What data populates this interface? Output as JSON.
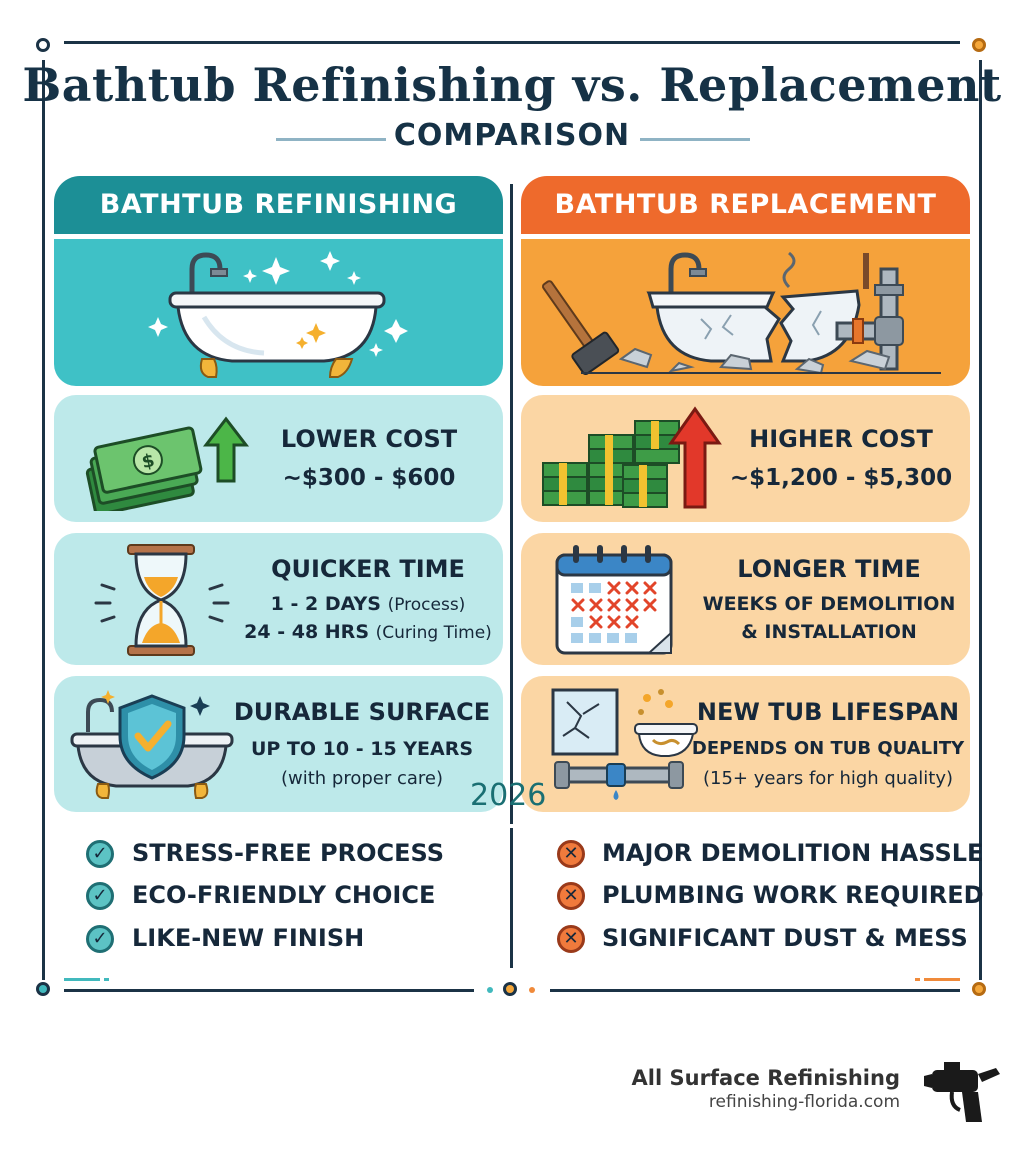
{
  "header": {
    "title": "Bathtub Refinishing vs. Replacement",
    "subtitle": "COMPARISON"
  },
  "colors": {
    "refinish_dark": "#1c8f96",
    "refinish_hero": "#3fc1c6",
    "refinish_card": "#bde9ea",
    "replace_dark": "#ee6a2c",
    "replace_hero": "#f5a23b",
    "replace_card": "#fbd6a4",
    "frame": "#1b3346"
  },
  "refinishing": {
    "heading": "BATHTUB REFINISHING",
    "hero_icon": "sparkling-bathtub-icon",
    "cost": {
      "icon": "money-arrow-up-icon",
      "title": "LOWER COST",
      "value": "~$300 - $600"
    },
    "time": {
      "icon": "hourglass-icon",
      "title": "QUICKER TIME",
      "line1": "1 - 2 DAYS",
      "line1_note": "(Process)",
      "line2": "24 - 48 HRS",
      "line2_note": "(Curing Time)"
    },
    "durability": {
      "icon": "shield-check-tub-icon",
      "title": "DURABLE SURFACE",
      "line1": "UP TO 10 - 15 YEARS",
      "line2": "(with proper care)"
    },
    "benefits": [
      "STRESS-FREE PROCESS",
      "ECO-FRIENDLY CHOICE",
      "LIKE-NEW FINISH"
    ]
  },
  "replacement": {
    "heading": "BATHTUB REPLACEMENT",
    "hero_icon": "broken-bathtub-hammer-icon",
    "cost": {
      "icon": "money-stacks-arrow-up-icon",
      "title": "HIGHER COST",
      "value": "~$1,200 - $5,300"
    },
    "time": {
      "icon": "calendar-icon",
      "title": "LONGER TIME",
      "line1": "WEEKS OF DEMOLITION",
      "line2": "& INSTALLATION"
    },
    "lifespan": {
      "icon": "cracked-tile-pipe-icon",
      "title": "NEW TUB LIFESPAN",
      "line1": "DEPENDS ON TUB QUALITY",
      "line2": "(15+ years for high quality)"
    },
    "drawbacks": [
      "MAJOR DEMOLITION HASSLE",
      "PLUMBING WORK REQUIRED",
      "SIGNIFICANT DUST & MESS"
    ]
  },
  "stamp": "2026",
  "brand": {
    "name": "All Surface Refinishing",
    "url": "refinishing-florida.com",
    "icon": "spray-gun-icon"
  }
}
